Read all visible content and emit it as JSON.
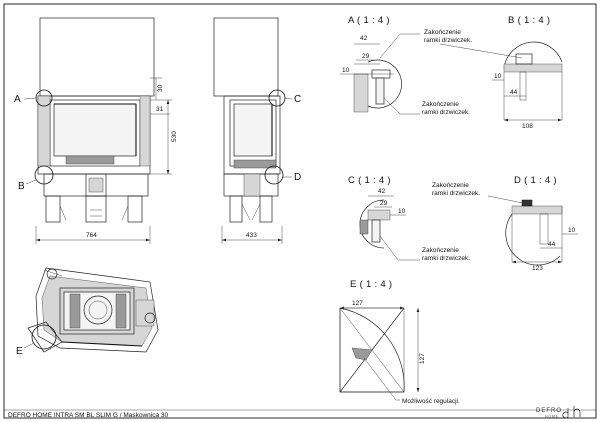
{
  "footer": {
    "caption": "DEFRO HOME INTRA SM BL SLIM G / Maskownica 30",
    "logo_text": "DEFRO",
    "logo_sub": "HOME"
  },
  "front_view": {
    "dim_width": "764",
    "dim_height": "530",
    "dim_top": "30",
    "dim_side": "31",
    "callout_a": "A",
    "callout_b": "B",
    "callout_e": "E"
  },
  "side_view": {
    "dim_depth": "433",
    "callout_c": "C",
    "callout_d": "D"
  },
  "detail_a": {
    "title": "A ( 1 : 4 )",
    "dims": [
      "42",
      "29",
      "10"
    ],
    "note_top": [
      "Zakończenie",
      "ramki drzwiczek."
    ],
    "note_bottom": [
      "Zakończenie",
      "ramki drzwiczek."
    ]
  },
  "detail_b": {
    "title": "B ( 1 : 4 )",
    "dims": [
      "10",
      "44",
      "108"
    ]
  },
  "detail_c": {
    "title": "C ( 1 : 4 )",
    "dims": [
      "42",
      "29",
      "10"
    ],
    "note_bottom": [
      "Zakończenie",
      "ramki drzwiczek."
    ]
  },
  "detail_d": {
    "title": "D ( 1 : 4 )",
    "dims": [
      "10",
      "44",
      "123"
    ],
    "note_top": [
      "Zakończenie",
      "ramki drzwiczek."
    ]
  },
  "detail_e": {
    "title": "E ( 1 : 4 )",
    "dims": [
      "127",
      "127"
    ],
    "note": "Możliwość regulacji."
  }
}
